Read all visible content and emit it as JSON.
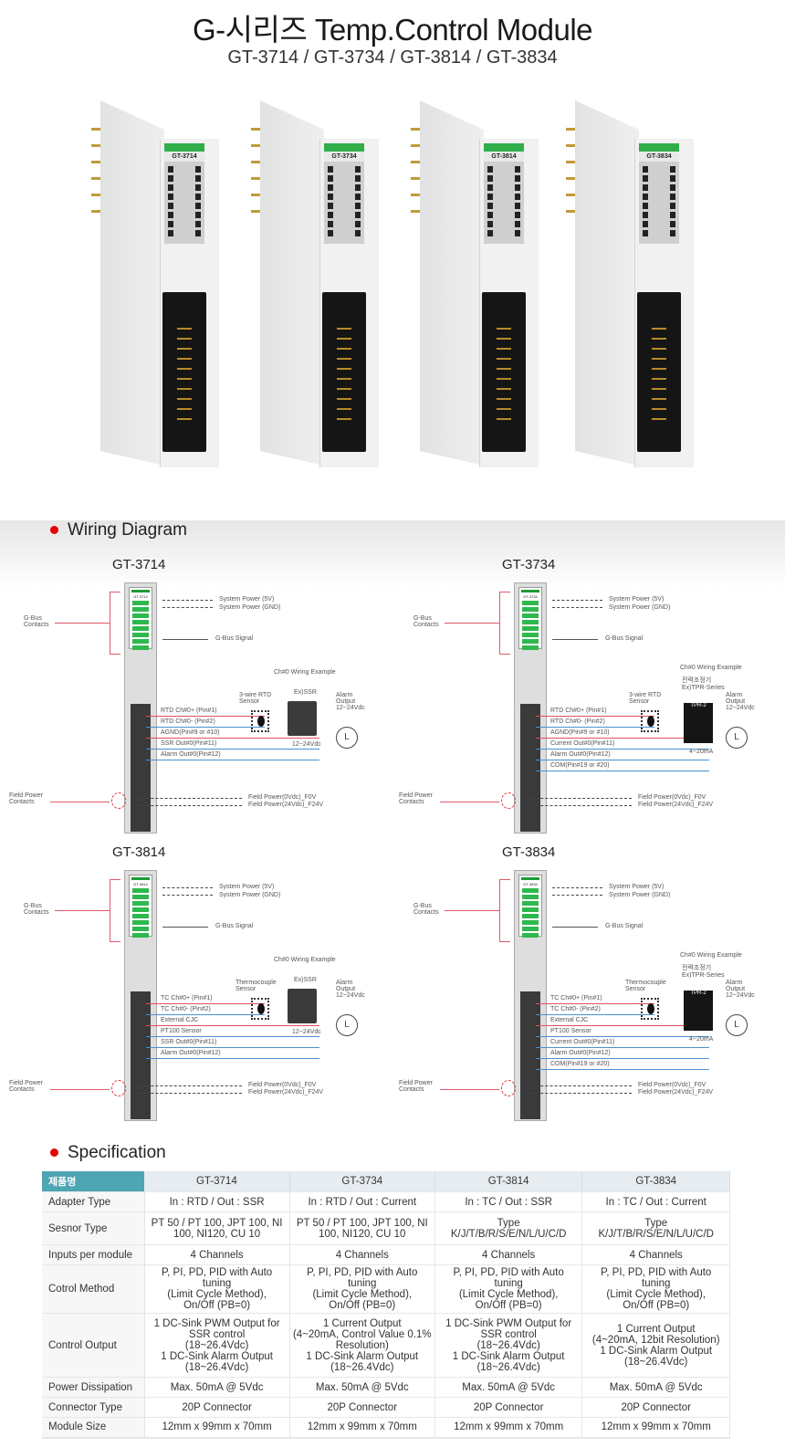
{
  "header": {
    "title": "G-시리즈 Temp.Control Module",
    "models_line": "GT-3714 / GT-3734 / GT-3814 / GT-3834"
  },
  "hero": {
    "modules": [
      {
        "label": "GT-3714"
      },
      {
        "label": "GT-3734"
      },
      {
        "label": "GT-3814"
      },
      {
        "label": "GT-3834"
      }
    ]
  },
  "wiring": {
    "heading": "Wiring Diagram",
    "common": {
      "gbus_contacts": "G-Bus\nContacts",
      "system_power_5v": "System Power (5V)",
      "system_power_gnd": "System Power (GND)",
      "gbus_signal": "G-Bus Signal",
      "field_power_contacts": "Field Power\nContacts",
      "field_power_0v": "Field Power(0Vdc)_F0V",
      "field_power_24v": "Field Power(24Vdc)_F24V",
      "ch0_example": "Ch#0 Wiring Example",
      "alarm_output": "Alarm\nOutput\n12~24Vdc",
      "ssr_label": "Ex)SSR",
      "ssr_voltage": "12~24Vdc",
      "tpr_label": "전력조정기\nEx)TPR-Series",
      "tpr_text": "TPR-2",
      "current_range": "4~20mA",
      "rtd_sensor": "3-wire RTD\nSensor",
      "tc_sensor": "Thermocouple\nSensor"
    },
    "diagrams": [
      {
        "title": "GT-3714",
        "wires": [
          "RTD Ch#0+ (Pin#1)",
          "RTD Ch#0- (Pin#2)",
          "AGND(Pin#9 or #10)",
          "SSR Out#0(Pin#11)",
          "Alarm Out#0(Pin#12)"
        ]
      },
      {
        "title": "GT-3734",
        "wires": [
          "RTD Ch#0+ (Pin#1)",
          "RTD Ch#0- (Pin#2)",
          "AGND(Pin#9 or #10)",
          "Current Out#0(Pin#11)",
          "Alarm Out#0(Pin#12)",
          "COM(Pin#19 or #20)"
        ]
      },
      {
        "title": "GT-3814",
        "wires": [
          "TC Ch#0+ (Pin#1)",
          "TC Ch#0- (Pin#2)",
          "External CJC",
          "PT100 Sensor",
          "SSR Out#0(Pin#11)",
          "Alarm Out#0(Pin#12)"
        ]
      },
      {
        "title": "GT-3834",
        "wires": [
          "TC Ch#0+ (Pin#1)",
          "TC Ch#0- (Pin#2)",
          "External CJC",
          "PT100 Sensor",
          "Current Out#0(Pin#11)",
          "Alarm Out#0(Pin#12)",
          "COM(Pin#19 or #20)"
        ]
      }
    ]
  },
  "specification": {
    "heading": "Specification",
    "columns": [
      "제품명",
      "GT-3714",
      "GT-3734",
      "GT-3814",
      "GT-3834"
    ],
    "rows": [
      {
        "label": "Adapter Type",
        "values": [
          "In : RTD / Out : SSR",
          "In : RTD / Out : Current",
          "In : TC / Out : SSR",
          "In : TC / Out : Current"
        ]
      },
      {
        "label": "Sesnor Type",
        "values": [
          "PT 50 / PT 100, JPT 100, NI\n100, NI120, CU 10",
          "PT 50 / PT 100, JPT 100, NI\n100, NI120, CU 10",
          "Type\nK/J/T/B/R/S/E/N/L/U/C/D",
          "Type\nK/J/T/B/R/S/E/N/L/U/C/D"
        ]
      },
      {
        "label": "Inputs per module",
        "values": [
          "4 Channels",
          "4 Channels",
          "4 Channels",
          "4 Channels"
        ]
      },
      {
        "label": "Cotrol Method",
        "values": [
          "P, PI, PD, PID with Auto tuning\n(Limit Cycle Method),\nOn/Off (PB=0)",
          "P, PI, PD, PID with Auto tuning\n(Limit Cycle Method),\nOn/Off (PB=0)",
          "P, PI, PD, PID with Auto tuning\n(Limit Cycle Method),\nOn/Off (PB=0)",
          "P, PI, PD, PID with Auto tuning\n(Limit Cycle Method),\nOn/Off (PB=0)"
        ]
      },
      {
        "label": "Control Output",
        "values": [
          "1 DC-Sink PWM Output for\nSSR control\n(18~26.4Vdc)\n1 DC-Sink Alarm Output\n(18~26.4Vdc)",
          "1 Current Output\n(4~20mA, Control Value 0.1%\nResolution)\n1 DC-Sink Alarm Output\n(18~26.4Vdc)",
          "1 DC-Sink PWM Output for\nSSR control\n(18~26.4Vdc)\n1 DC-Sink Alarm Output\n(18~26.4Vdc)",
          "1 Current Output\n(4~20mA, 12bit Resolution)\n1 DC-Sink Alarm Output\n(18~26.4Vdc)"
        ]
      },
      {
        "label": "Power Dissipation",
        "values": [
          "Max. 50mA @ 5Vdc",
          "Max. 50mA @ 5Vdc",
          "Max. 50mA @ 5Vdc",
          "Max. 50mA @ 5Vdc"
        ]
      },
      {
        "label": "Connector Type",
        "values": [
          "20P Connector",
          "20P Connector",
          "20P Connector",
          "20P Connector"
        ]
      },
      {
        "label": "Module Size",
        "values": [
          "12mm x 99mm x 70mm",
          "12mm x 99mm x 70mm",
          "12mm x 99mm x 70mm",
          "12mm x 99mm x 70mm"
        ]
      }
    ]
  }
}
